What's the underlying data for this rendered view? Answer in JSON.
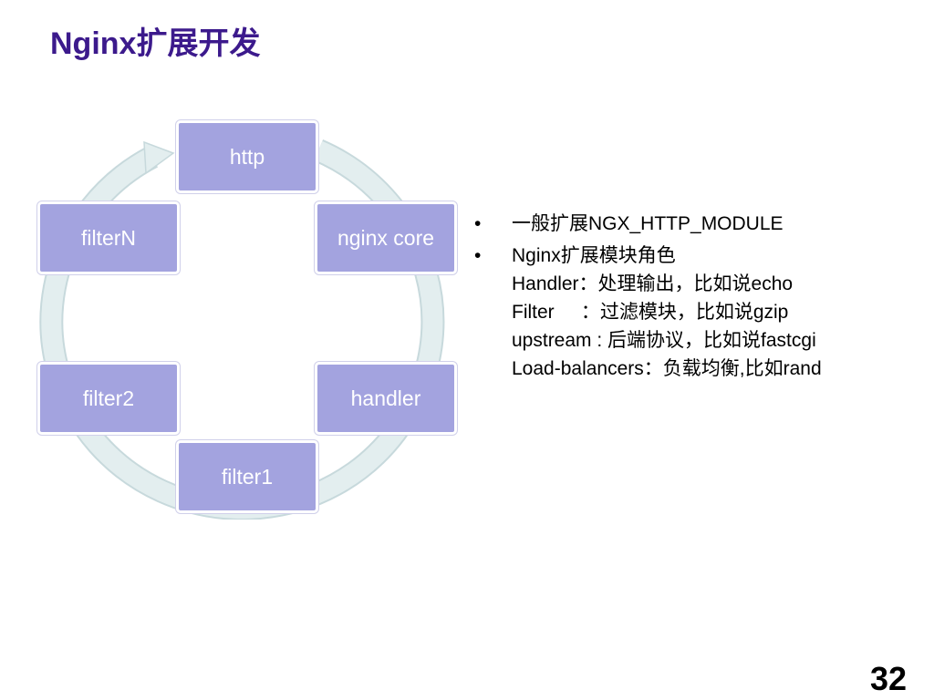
{
  "slide": {
    "title": "Nginx扩展开发",
    "page_number": "32"
  },
  "diagram": {
    "nodes": [
      "http",
      "nginx core",
      "handler",
      "filter1",
      "filter2",
      "filterN"
    ],
    "arrow_color": "#e3eeef",
    "arrow_edge_color": "#c7d9dc",
    "node_color": "#a3a3df"
  },
  "bullets": {
    "item1": "一般扩展NGX_HTTP_MODULE",
    "item2_heading": "Nginx扩展模块角色",
    "item2_lines": [
      "Handler：处理输出，比如说echo",
      "Filter     ：过滤模块，比如说gzip",
      "upstream : 后端协议，比如说fastcgi",
      "Load-balancers：负载均衡,比如rand"
    ],
    "bullet_symbol": "•"
  },
  "colors": {
    "title": "#3c1a8c"
  }
}
